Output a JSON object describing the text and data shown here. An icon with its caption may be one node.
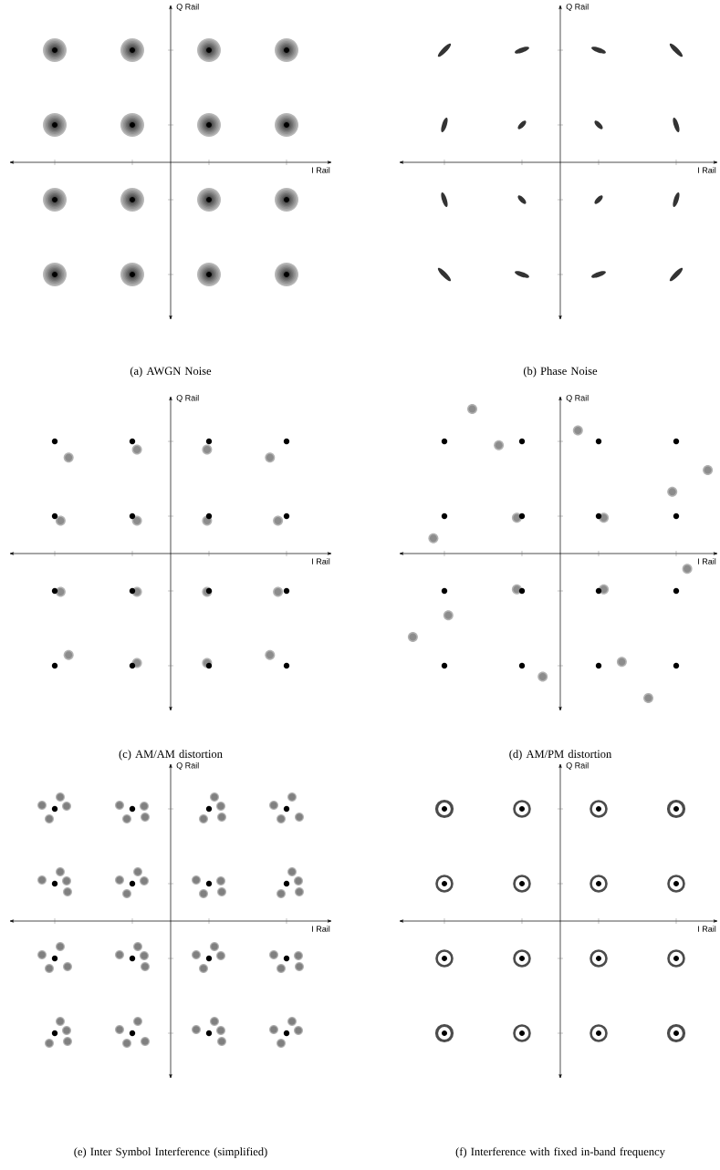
{
  "diagram": {
    "labels": [
      "Q Rail",
      "Q Rail",
      "I Rail",
      "I Rail",
      "(a) AWGN Noise",
      "(b) Phase Noise",
      "Q Rail",
      "Q Rail",
      "I Rail",
      "I Rail",
      "(c) AM/AM distortion",
      "(d) AM/PM distortion",
      "Q Rail",
      "Q Rail",
      "I Rail",
      "I Rail",
      "(e) Inter Symbol Interference (simplified)",
      "(f) Interference with fixed in-band frequency"
    ]
  }
}
